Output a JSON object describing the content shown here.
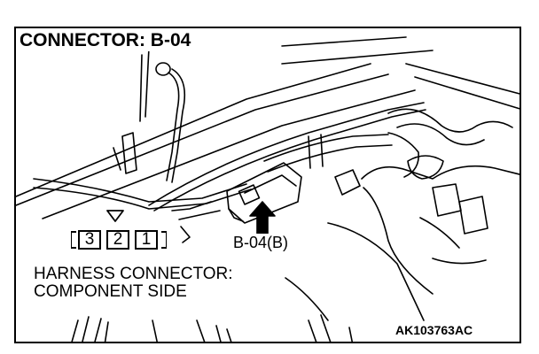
{
  "figure": {
    "title": "CONNECTOR: B-04",
    "connector_label": "B-04(B)",
    "harness_label_line1": "HARNESS CONNECTOR:",
    "harness_label_line2": "COMPONENT SIDE",
    "figure_code": "AK103763AC",
    "pin_numbers": [
      "3",
      "2",
      "1"
    ]
  },
  "icons": {
    "pointer": "arrow-up-icon",
    "pin_marker": "triangle-down-icon"
  },
  "colors": {
    "line": "#000000",
    "background": "#ffffff"
  }
}
